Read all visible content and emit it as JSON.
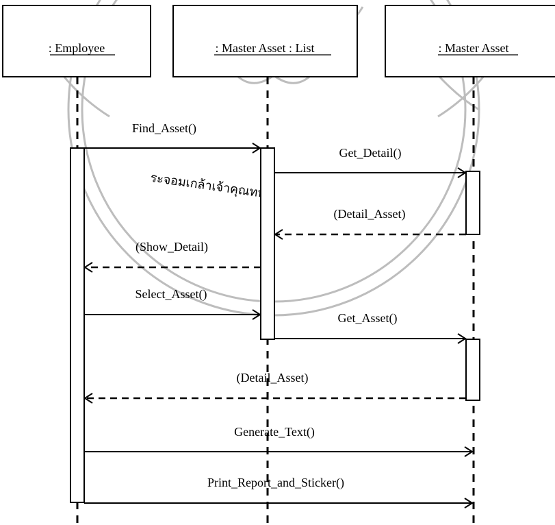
{
  "lifelines": [
    {
      "id": "employee",
      "label": ": Employee"
    },
    {
      "id": "master_asset_list",
      "label": ": Master Asset : List"
    },
    {
      "id": "master_asset",
      "label": ": Master Asset"
    }
  ],
  "messages": [
    {
      "label": "Find_Asset()",
      "from": "employee",
      "to": "master_asset_list",
      "kind": "call"
    },
    {
      "label": "Get_Detail()",
      "from": "master_asset_list",
      "to": "master_asset",
      "kind": "call"
    },
    {
      "label": "(Detail_Asset)",
      "from": "master_asset",
      "to": "master_asset_list",
      "kind": "return"
    },
    {
      "label": "(Show_Detail)",
      "from": "master_asset_list",
      "to": "employee",
      "kind": "return"
    },
    {
      "label": "Select_Asset()",
      "from": "employee",
      "to": "master_asset_list",
      "kind": "call"
    },
    {
      "label": "Get_Asset()",
      "from": "master_asset_list",
      "to": "master_asset",
      "kind": "call"
    },
    {
      "label": "(Detail_Asset)",
      "from": "master_asset",
      "to": "employee",
      "kind": "return"
    },
    {
      "label": "Generate_Text()",
      "from": "employee",
      "to": "master_asset",
      "kind": "call"
    },
    {
      "label": "Print_Report_and_Sticker()",
      "from": "employee",
      "to": "master_asset",
      "kind": "call"
    }
  ],
  "watermark": {
    "text": "ระจอมเกล้าเจ้าคุณทห",
    "color": "#c4c4c4"
  }
}
